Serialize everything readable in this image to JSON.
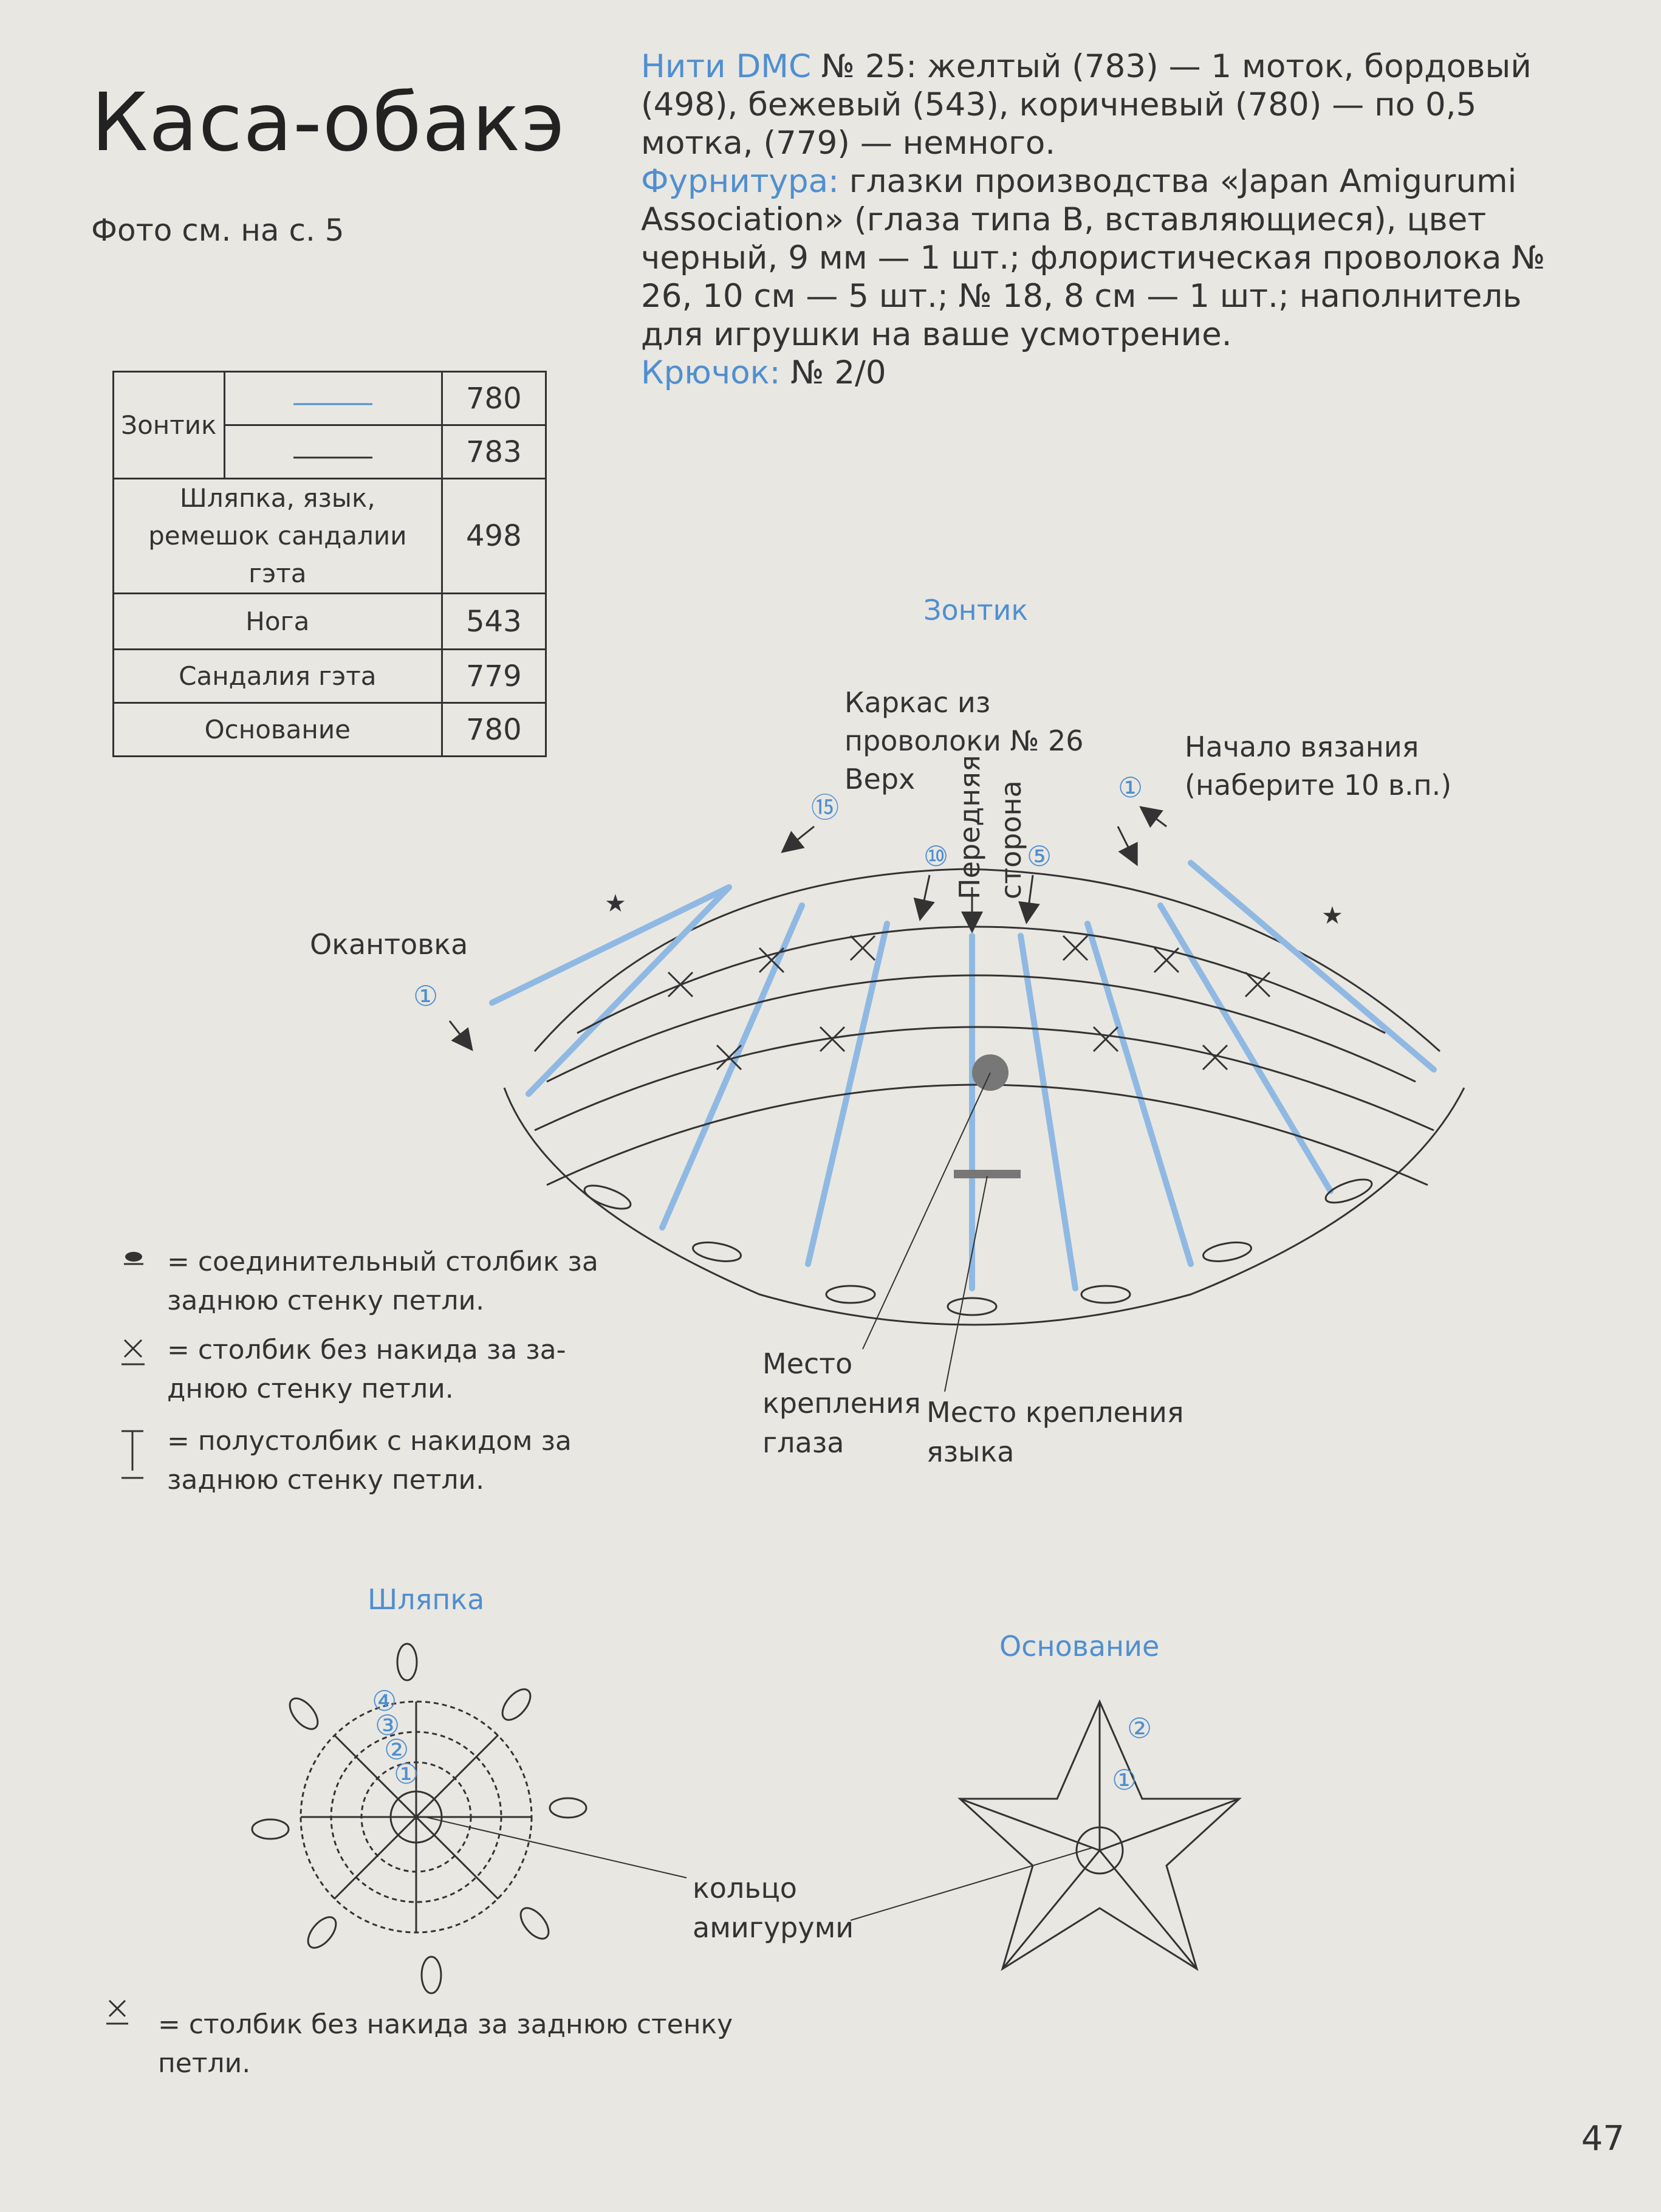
{
  "title": "Каса-обакэ",
  "photo_ref": "Фото см. на с. 5",
  "materials": {
    "threads_label": "Нити DMC",
    "threads_text": " № 25: желтый (783) — 1 моток, бордовый (498), бежевый (543), коричневый (780) — по 0,5 мотка, (779) — немного.",
    "furniture_label": "Фурнитура:",
    "furniture_text": " глазки производства «Japan Amigurumi Association» (глаза типа В, вставляющиеся), цвет черный, 9 мм — 1 шт.; флористическая проволока № 26, 10 см — 5 шт.; № 18, 8 см — 1 шт.; наполнитель для игрушки на ваше усмотрение.",
    "hook_label": "Крючок:",
    "hook_text": " № 2/0"
  },
  "color_table": {
    "umbrella_label": "Зонтик",
    "umbrella_line1": "780",
    "umbrella_line2": "783",
    "hat_label": "Шляпка, язык, ремешок сандалии гэта",
    "hat_value": "498",
    "leg_label": "Нога",
    "leg_value": "543",
    "sandal_label": "Сандалия гэта",
    "sandal_value": "779",
    "base_label": "Основание",
    "base_value": "780"
  },
  "umbrella_diagram": {
    "title": "Зонтик",
    "frame_label_1": "Каркас из",
    "frame_label_2": "проволоки № 26",
    "top_label": "Верх",
    "front_label_1": "Передняя",
    "front_label_2": "сторона",
    "start_label_1": "Начало вязания",
    "start_label_2": "(наберите 10 в.п.)",
    "edging_label": "Окантовка",
    "eye_label_1": "Место",
    "eye_label_2": "крепления",
    "eye_label_3": "глаза",
    "tongue_label_1": "Место крепления",
    "tongue_label_2": "языка",
    "row_1": "①",
    "row_5": "⑤",
    "row_10": "⑩",
    "row_15": "⑮"
  },
  "symbols": [
    {
      "icon": "slip-stitch-icon",
      "text": "= соединительный столбик за заднюю стенку петли."
    },
    {
      "icon": "single-crochet-icon",
      "text": "= столбик без накида за заднюю стенку петли."
    },
    {
      "icon": "half-double-crochet-icon",
      "text": "= полустолбик с накидом за заднюю стенку петли."
    }
  ],
  "symbol_lines": [
    [
      "= соединительный столбик за",
      "заднюю стенку петли."
    ],
    [
      "= столбик без накида за за-",
      "днюю стенку петли."
    ],
    [
      "= полустолбик с накидом за",
      "заднюю стенку петли."
    ]
  ],
  "hat_diagram": {
    "title": "Шляпка",
    "ring_label_1": "кольцо",
    "ring_label_2": "амигуруми",
    "row_1": "①",
    "row_2": "②",
    "row_3": "③",
    "row_4": "④"
  },
  "base_diagram": {
    "title": "Основание",
    "row_1": "①",
    "row_2": "②"
  },
  "bottom_note": {
    "line1": "= столбик без накида за заднюю стенку",
    "line2": "петли."
  },
  "page_number": "47",
  "colors": {
    "accent_blue": "#4f8fd0",
    "pattern_blue": "#8fb9e3",
    "text": "#2a2a2a",
    "paper": "#e9e7e2"
  }
}
